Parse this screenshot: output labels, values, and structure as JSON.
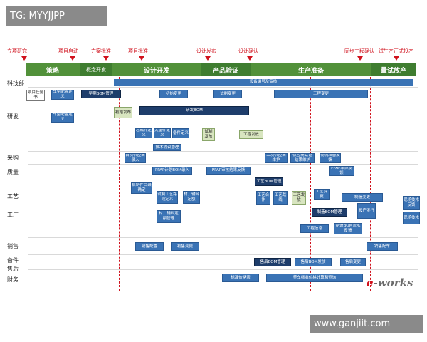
{
  "watermarks": {
    "top_left": "TG: MYYJJPP",
    "bottom_right": "www.ganjiit.com"
  },
  "milestones": [
    "立项研究",
    "项目启动",
    "方案批准",
    "项目批准",
    "设计发布",
    "设计确认",
    "同步工程确认",
    "试生产正式投产"
  ],
  "phases": [
    "策略",
    "概念开发",
    "设计开发",
    "产品验证",
    "生产准备",
    "量试放产"
  ],
  "lanes": [
    "科技部",
    "研发",
    "采购",
    "质量",
    "工艺",
    "工厂",
    "销售",
    "备件",
    "售后",
    "财务"
  ],
  "top_bar": "设备编号及审核",
  "boxes": {
    "b1": "项目任务书",
    "b2": "车型配置定义",
    "b3": "车型配置定义",
    "b4": "早期BOM管理",
    "b5": "初始发布",
    "b6": "初始变更",
    "b7": "试制变更",
    "b8": "工程变更",
    "b9": "研发BOM",
    "b10": "总成件定义",
    "b11": "关重件定义",
    "b12": "备件定义",
    "b13": "技术协议管理",
    "b14": "试制发放",
    "b15": "工程发放",
    "b16": "二次供应商维护",
    "b17": "供应商认证结果维护",
    "b18": "物流准备反馈",
    "b19": "PPAP单体反馈",
    "b20": "首次供应商录入",
    "b21": "PPAP计划BOM录入",
    "b22": "PPAP审核结果反馈",
    "b23": "工艺BOM管理",
    "b24": "工艺合件",
    "b25": "工艺路线",
    "b26": "工艺发放",
    "b27": "工艺变更",
    "b28": "制造变更",
    "b29": "启制件目录确定",
    "b30": "试制工艺路线定义",
    "b31": "材、辅料定额",
    "b32": "材、辅料定额管理",
    "b33": "制造BOM管理",
    "b34": "投产发行",
    "b35": "现场技术反馈",
    "b36": "工程信息",
    "b37": "制造BOM流水反馈",
    "b38": "现场技术",
    "b39": "销售配置",
    "b40": "初售变更",
    "b41": "销售配车",
    "b42": "售后BOM管理",
    "b43": "售后BOM发放",
    "b44": "售后变更",
    "b45": "标准价格表",
    "b46": "整车标准价格计算和查询"
  },
  "logo": {
    "e": "e",
    "rest": "-works"
  }
}
